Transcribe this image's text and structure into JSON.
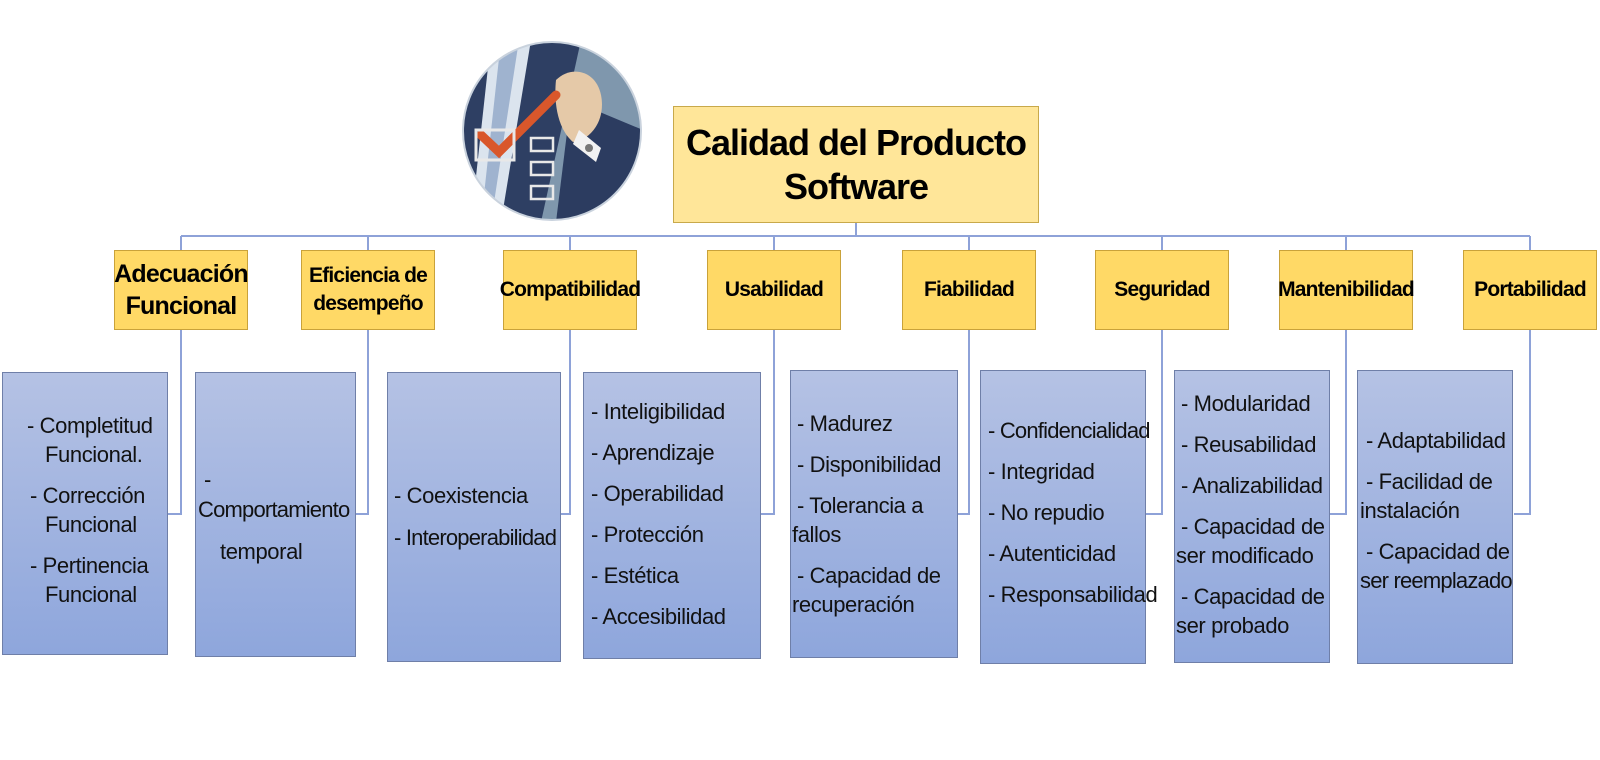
{
  "root": {
    "line1": "Calidad del Producto",
    "line2": "Software"
  },
  "categories": [
    {
      "l1": "Adecuación",
      "l2": "Funcional"
    },
    {
      "l1": "Eficiencia de",
      "l2": "desempeño"
    },
    {
      "l1": "Compatibilidad",
      "l2": ""
    },
    {
      "l1": "Usabilidad",
      "l2": ""
    },
    {
      "l1": "Fiabilidad",
      "l2": ""
    },
    {
      "l1": "Seguridad",
      "l2": ""
    },
    {
      "l1": "Mantenibilidad",
      "l2": ""
    },
    {
      "l1": "Portabilidad",
      "l2": ""
    }
  ],
  "panels": [
    {
      "lines": [
        "- Completitud",
        "Funcional.",
        "- Corrección",
        "Funcional",
        "- Pertinencia",
        "Funcional"
      ]
    },
    {
      "lines": [
        "-",
        "Comportamiento",
        "temporal"
      ]
    },
    {
      "lines": [
        "- Coexistencia",
        "- Interoperabilidad"
      ]
    },
    {
      "lines": [
        "- Inteligibilidad",
        "- Aprendizaje",
        "- Operabilidad",
        "- Protección",
        "- Estética",
        "- Accesibilidad"
      ]
    },
    {
      "lines": [
        "- Madurez",
        "- Disponibilidad",
        "- Tolerancia a",
        "fallos",
        "- Capacidad de",
        "recuperación"
      ]
    },
    {
      "lines": [
        "- Confidencialidad",
        "- Integridad",
        "- No repudio",
        "- Autenticidad",
        "- Responsabilidad"
      ]
    },
    {
      "lines": [
        "- Modularidad",
        "- Reusabilidad",
        "- Analizabilidad",
        "- Capacidad de",
        "ser modificado",
        "- Capacidad de",
        "ser probado"
      ]
    },
    {
      "lines": [
        "- Adaptabilidad",
        "- Facilidad de",
        "instalación",
        "- Capacidad de",
        "ser reemplazado"
      ]
    }
  ],
  "colors": {
    "root": "#ffe699",
    "category": "#ffd966",
    "panel_top": "#b5c2e4",
    "panel_bottom": "#8ea6dc",
    "connector": "#8ea2d8"
  },
  "emblem": "checklist-emblem"
}
